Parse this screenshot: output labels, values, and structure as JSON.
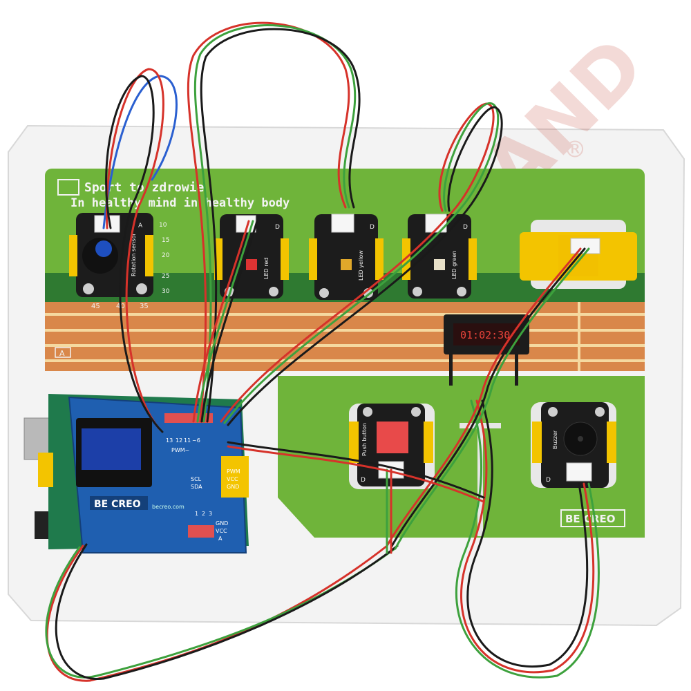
{
  "board": {
    "title_pl": "Sport to zdrowie",
    "title_en": "In healthy mind in healthy body",
    "corner_label_a": "A",
    "brand": "BE CREO",
    "registered": "®"
  },
  "modules": {
    "rotation": {
      "label": "Rotation sensor",
      "port": "A",
      "scale_left": [
        "45",
        "40",
        "35"
      ],
      "scale_right": [
        "10",
        "15",
        "20",
        "25",
        "30"
      ]
    },
    "led_red": {
      "label": "LED red",
      "port": "D"
    },
    "led_yellow": {
      "label": "LED yellow",
      "port": "D"
    },
    "led_green": {
      "label": "LED green",
      "port": "D"
    },
    "push_button": {
      "label": "Push button",
      "port": "D"
    },
    "buzzer": {
      "label": "Buzzer",
      "port": "D"
    }
  },
  "timer": {
    "display": "01:02:30"
  },
  "controller": {
    "brand": "BE CREO",
    "pin_labels": [
      "13",
      "12",
      "11",
      "~6"
    ],
    "pwm_label": "PWM~",
    "power_labels": [
      "PWM",
      "VCC",
      "GND"
    ],
    "analog_labels": [
      "1",
      "2",
      "3"
    ],
    "i2c_labels": [
      "SCL",
      "SDA"
    ],
    "gnd_label": "GND",
    "vcc_label": "VCC",
    "port_a": "A",
    "url": "becreo.com"
  },
  "colors": {
    "board_green": "#6fb43a",
    "track_orange": "#d9874a",
    "pcb_black": "#1c1c1c",
    "arduino_blue": "#1f5fb0",
    "wire_red": "#d6322a",
    "wire_green": "#3da13d",
    "wire_black": "#1a1a1a",
    "wire_blue": "#2a5fd0",
    "led_yellow_housing": "#f3c400"
  }
}
